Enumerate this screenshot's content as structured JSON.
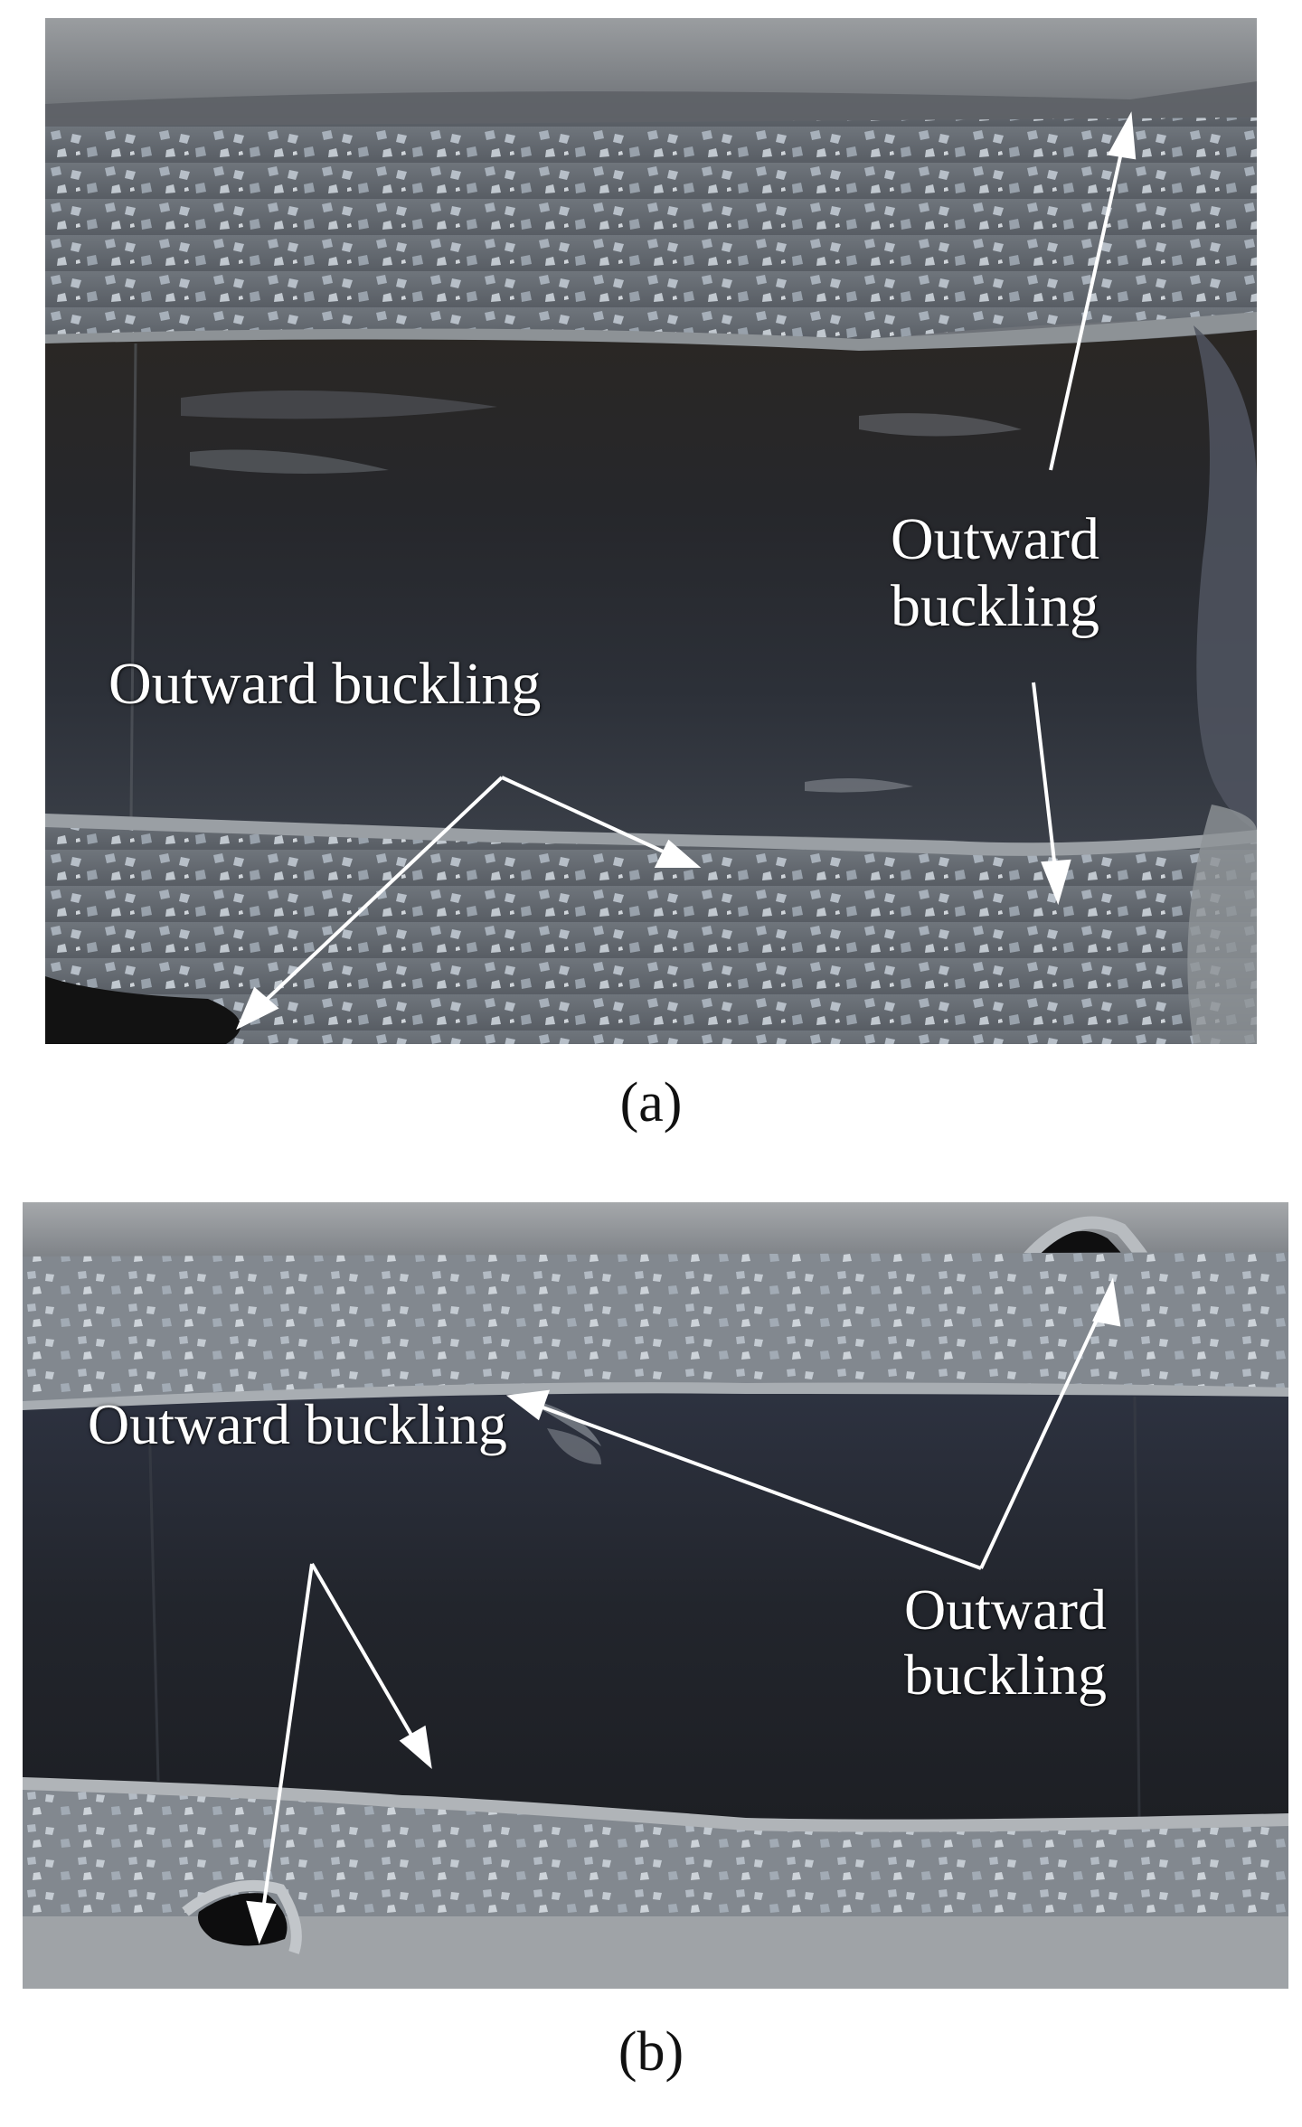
{
  "panels": [
    {
      "label": "(a)",
      "annotations": [
        {
          "text": "Outward buckling"
        },
        {
          "line1": "Outward",
          "line2": "buckling"
        }
      ]
    },
    {
      "label": "(b)",
      "annotations": [
        {
          "text": "Outward buckling"
        },
        {
          "line1": "Outward",
          "line2": "buckling"
        }
      ]
    }
  ],
  "colors": {
    "pipe_dark": "#1f232b",
    "concrete": "#7f858c",
    "arrow": "#ffffff"
  }
}
